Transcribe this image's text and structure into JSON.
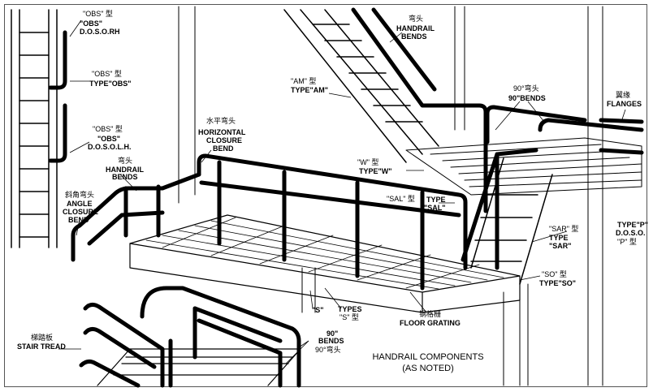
{
  "labels": {
    "obs_drh_cn": "\"OBS\" 型",
    "obs_drh_1": "\"OBS\"",
    "obs_drh_2": "D.O.S.O.RH",
    "obs_type_cn": "\"OBS\" 型",
    "obs_type": "TYPE\"OBS\"",
    "obs_dsolh_cn": "\"OBS\" 型",
    "obs_dsolh_1": "\"OBS\"",
    "obs_dsolh_2": "D.O.S.O.L.H.",
    "handrail_left_cn": "弯头",
    "handrail_left_1": "HANDRAIL",
    "handrail_left_2": "BENDS",
    "angle_cn": "斜角弯头",
    "angle_1": "ANGLE",
    "angle_2": "CLOSURE",
    "angle_3": "BEND",
    "horiz_cn": "水平弯头",
    "horiz_1": "HORIZONTAL",
    "horiz_2": "CLOSURE",
    "horiz_3": "BEND",
    "handrail_top_cn": "弯头",
    "handrail_top_1": "HANDRAIL",
    "handrail_top_2": "BENDS",
    "am_cn": "\"AM\" 型",
    "am_type": "TYPE\"AM\"",
    "bends90_top_cn": "90°弯头",
    "bends90_top": "90\"BENDS",
    "flanges_cn": "翼缘",
    "flanges": "FLANGES",
    "w_cn": "\"W\" 型",
    "w_type": "TYPE\"W\"",
    "sal_cn": "\"SAL\" 型",
    "sal_type_1": "TYPE",
    "sal_type_2": "\"SAL\"",
    "sar_cn": "\"SAR\" 型",
    "sar_type_1": "TYPE",
    "sar_type_2": "\"SAR\"",
    "p_1": "TYPE\"P\"",
    "p_2": "D.O.S.O.",
    "p_cn": "\"P\" 型",
    "so_cn": "\"SO\" 型",
    "so_type": "TYPE\"SO\"",
    "s_1": "\"S\"",
    "s_types": "TYPES",
    "s_cn": "\"S\" 型",
    "grating_cn": "钢格栅",
    "grating": "FLOOR GRATING",
    "tread_cn": "梯踏板",
    "tread": "STAIR TREAD",
    "bends90_bot_1": "90\"",
    "bends90_bot_2": "BENDS",
    "bends90_bot_cn": "90°弯头",
    "caption_1": "HANDRAIL COMPONENTS",
    "caption_2": "(AS NOTED)"
  }
}
